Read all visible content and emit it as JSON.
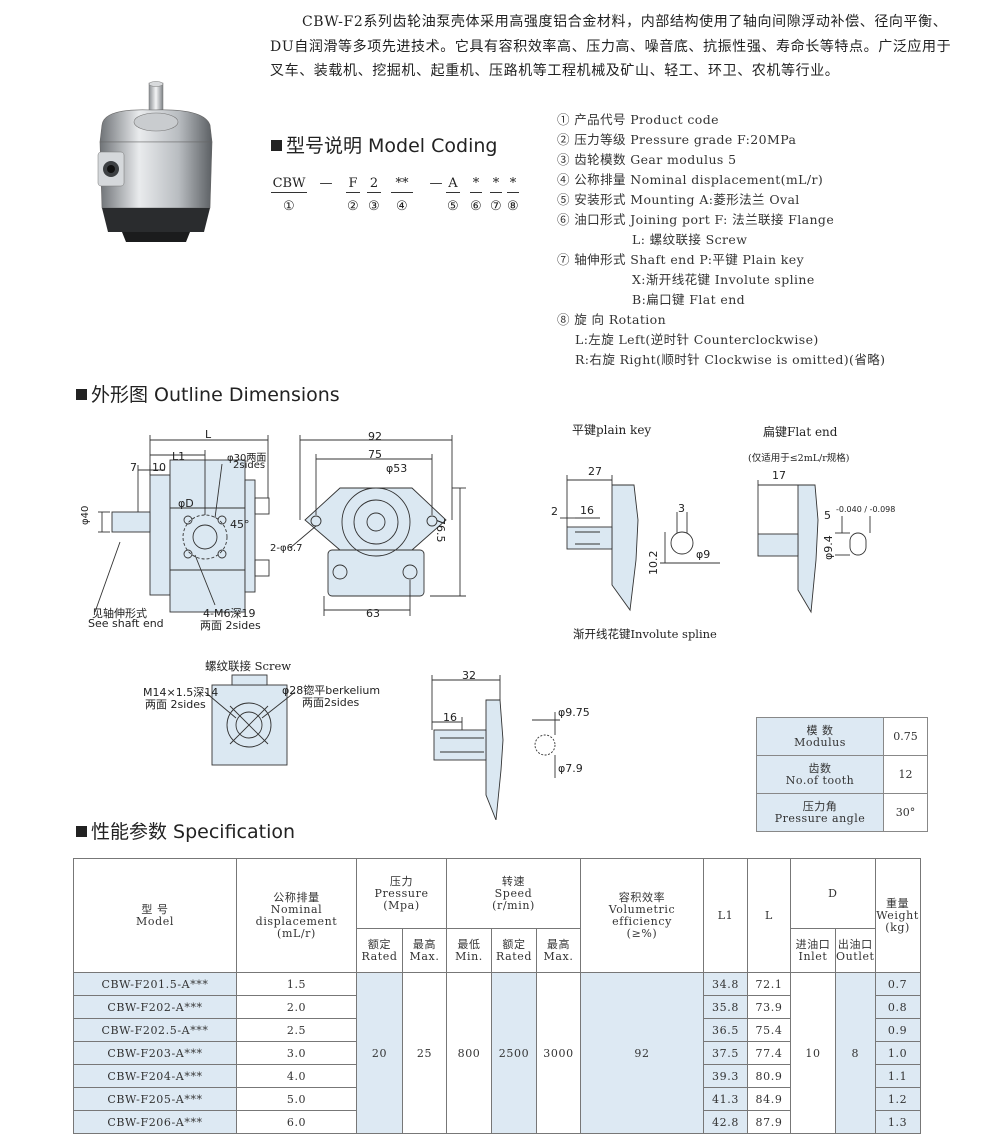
{
  "intro": {
    "text": "CBW-F2系列齿轮油泵壳体采用高强度铝合金材料，内部结构使用了轴向间隙浮动补偿、径向平衡、DU自润滑等多项先进技术。它具有容积效率高、压力高、噪音底、抗振性强、寿命长等特点。广泛应用于叉车、装载机、挖掘机、起重机、压路机等工程机械及矿山、轻工、环卫、农机等行业。"
  },
  "model_coding": {
    "heading": "型号说明 Model Coding",
    "segments": [
      {
        "text": "CBW",
        "num": "①"
      },
      {
        "text": "—",
        "num": ""
      },
      {
        "text": "F",
        "num": "②"
      },
      {
        "text": "2",
        "num": "③"
      },
      {
        "text": "**",
        "num": "④"
      },
      {
        "text": "—",
        "num": ""
      },
      {
        "text": "A",
        "num": "⑤"
      },
      {
        "text": "*",
        "num": "⑥"
      },
      {
        "text": "*",
        "num": "⑦"
      },
      {
        "text": "*",
        "num": "⑧"
      }
    ],
    "legend": [
      "① 产品代号 Product code",
      "② 压力等级 Pressure grade F:20MPa",
      "③ 齿轮模数 Gear modulus 5",
      "④ 公称排量 Nominal displacement(mL/r)",
      "⑤ 安装形式 Mounting A:菱形法兰 Oval",
      "⑥ 油口形式 Joining port F: 法兰联接 Flange",
      "L: 螺纹联接 Screw",
      "⑦ 轴伸形式 Shaft end P:平键 Plain key",
      "X:渐开线花键 Involute spline",
      "B:扁口键 Flat end",
      "⑧ 旋      向 Rotation",
      "L:左旋 Left(逆时针 Counterclockwise)",
      "R:右旋 Right(顺时针 Clockwise is omitted)(省略)"
    ]
  },
  "outline": {
    "heading": "外形图 Outline Dimensions",
    "labels": {
      "L": "L",
      "L1": "L1",
      "d7": "7",
      "d10": "10",
      "d30": "φ30两面",
      "sides2": "2sides",
      "phiD": "φD",
      "deg45": "45°",
      "phi40": "φ40",
      "see_shaft_cn": "见轴伸形式",
      "see_shaft_en": "See shaft end",
      "m6": "4-M6深19",
      "m6_sides": "两面 2sides",
      "w92": "92",
      "w75": "75",
      "phi53": "φ53",
      "h76": "76.5",
      "hole": "2-φ6.7",
      "w63": "63",
      "plain_key": "平键plain key",
      "pk27": "27",
      "pk2": "2",
      "pk16": "16",
      "pk3": "3",
      "pk9": "φ9",
      "pk10": "10.2",
      "flat_end": "扁键Flat end",
      "flat_note": "(仅适用于≤2mL/r规格)",
      "fe17": "17",
      "fe5": "5",
      "fe_tol": "-0.040 / -0.098",
      "fe94": "φ9.4",
      "involute": "渐开线花键Involute spline",
      "screw": "螺纹联接 Screw",
      "m14": "M14×1.5深14",
      "m14_sides": "两面 2sides",
      "phi28": "φ28锪平berkelium",
      "phi28_sides": "两面2sides",
      "sp32": "32",
      "sp16": "16",
      "sp975": "φ9.75",
      "sp79": "φ7.9"
    }
  },
  "spline": {
    "rows": [
      {
        "cn": "模 数",
        "en": "Modulus",
        "value": "0.75"
      },
      {
        "cn": "齿数",
        "en": "No.of tooth",
        "value": "12"
      },
      {
        "cn": "压力角",
        "en": "Pressure angle",
        "value": "30°"
      }
    ]
  },
  "spec": {
    "heading": "性能参数 Specification",
    "headers": {
      "model_cn": "型 号",
      "model_en": "Model",
      "disp_cn": "公称排量",
      "disp_en": "Nominal displacement",
      "disp_unit": "(mL/r)",
      "pressure_cn": "压力",
      "pressure_en": "Pressure",
      "pressure_unit": "(Mpa)",
      "rated_cn": "额定",
      "rated_en": "Rated",
      "max_cn": "最高",
      "max_en": "Max.",
      "speed_cn": "转速",
      "speed_en": "Speed",
      "speed_unit": "(r/min)",
      "min_cn": "最低",
      "min_en": "Min.",
      "eff_cn": "容积效率",
      "eff_en": "Volumetric efficiency",
      "eff_unit": "(≥%)",
      "L1": "L1",
      "L": "L",
      "D": "D",
      "inlet_cn": "进油口",
      "inlet_en": "Inlet",
      "outlet_cn": "出油口",
      "outlet_en": "Outlet",
      "weight_cn": "重量",
      "weight_en": "Weight",
      "weight_unit": "(kg)"
    },
    "shared": {
      "rated_pressure": "20",
      "max_pressure": "25",
      "min_speed": "800",
      "rated_speed": "2500",
      "max_speed": "3000",
      "efficiency": "92",
      "inlet": "10",
      "outlet": "8"
    },
    "rows": [
      {
        "model": "CBW-F201.5-A***",
        "disp": "1.5",
        "L1": "34.8",
        "L": "72.1",
        "weight": "0.7"
      },
      {
        "model": "CBW-F202-A***",
        "disp": "2.0",
        "L1": "35.8",
        "L": "73.9",
        "weight": "0.8"
      },
      {
        "model": "CBW-F202.5-A***",
        "disp": "2.5",
        "L1": "36.5",
        "L": "75.4",
        "weight": "0.9"
      },
      {
        "model": "CBW-F203-A***",
        "disp": "3.0",
        "L1": "37.5",
        "L": "77.4",
        "weight": "1.0"
      },
      {
        "model": "CBW-F204-A***",
        "disp": "4.0",
        "L1": "39.3",
        "L": "80.9",
        "weight": "1.1"
      },
      {
        "model": "CBW-F205-A***",
        "disp": "5.0",
        "L1": "41.3",
        "L": "84.9",
        "weight": "1.2"
      },
      {
        "model": "CBW-F206-A***",
        "disp": "6.0",
        "L1": "42.8",
        "L": "87.9",
        "weight": "1.3"
      }
    ]
  }
}
